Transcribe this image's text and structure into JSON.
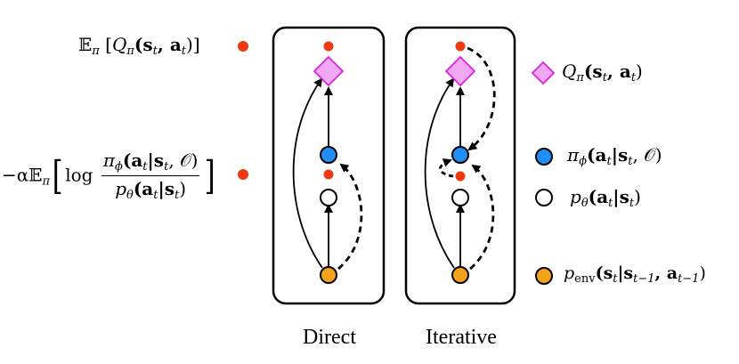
{
  "colors": {
    "red_dot": "#ee3a0e",
    "q_node": "#f0a8f5",
    "q_stroke": "#dd22dd",
    "pi_node": "#1f8ff5",
    "prior_node": "#ffffff",
    "env_node": "#f4a31a"
  },
  "left_labels": {
    "q_expectation": {
      "prefix": "𝔼",
      "sub": "π",
      "body": "[",
      "Q": "Q",
      "Qsub": "π",
      "args": "(s",
      "t1": "t",
      "mid": ", a",
      "t2": "t",
      "end": ")]"
    },
    "kl_term": {
      "prefix": "−α𝔼",
      "sub": "π",
      "log": "log",
      "num": "π",
      "num_sub": "ϕ",
      "num_args": "(a",
      "num_t1": "t",
      "num_mid": "|s",
      "num_t2": "t",
      "num_end": ", 𝒪)",
      "den": "p",
      "den_sub": "θ",
      "den_args": "(a",
      "den_t1": "t",
      "den_mid": "|s",
      "den_t2": "t",
      "den_end": ")"
    }
  },
  "legend": {
    "q": {
      "f": "Q",
      "sub": "π",
      "a": "(s",
      "t1": "t",
      "m": ", a",
      "t2": "t",
      "e": ")"
    },
    "pi": {
      "f": "π",
      "sub": "ϕ",
      "a": "(a",
      "t1": "t",
      "m": "|s",
      "t2": "t",
      "e": ", 𝒪)"
    },
    "prior": {
      "f": "p",
      "sub": "θ",
      "a": "(a",
      "t1": "t",
      "m": "|s",
      "t2": "t",
      "e": ")"
    },
    "env": {
      "f": "p",
      "sub": "env",
      "a": "(s",
      "t1": "t",
      "m": "|s",
      "t2": "t−1",
      "m2": ", a",
      "t3": "t−1",
      "e": ")"
    }
  },
  "captions": {
    "direct": "Direct",
    "iterative": "Iterative"
  }
}
